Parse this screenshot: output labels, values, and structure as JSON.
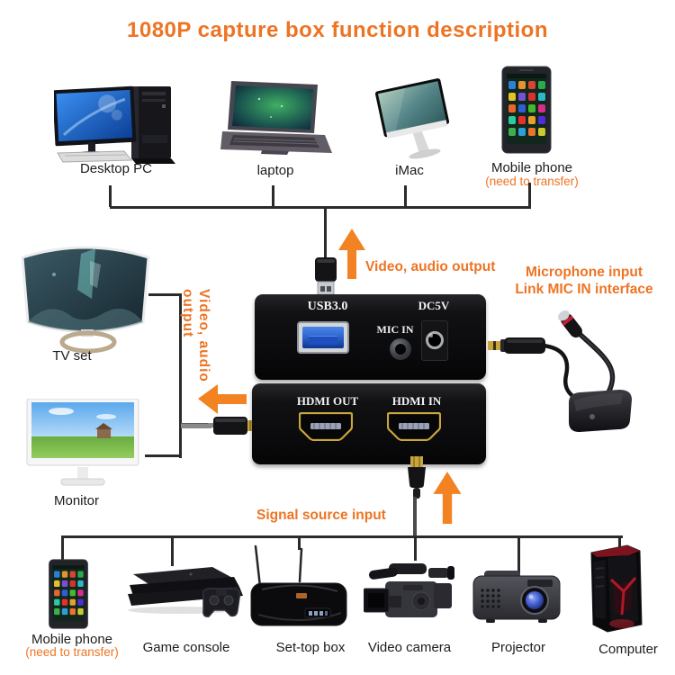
{
  "title": "1080P capture box function description",
  "colors": {
    "accent_orange": "#ED7424",
    "arrow_orange": "#F28222",
    "connector_line": "#2B2B2B"
  },
  "devices_top": [
    {
      "label": "Desktop PC"
    },
    {
      "label": "laptop"
    },
    {
      "label": "iMac"
    },
    {
      "label": "Mobile phone",
      "sublabel": "(need to transfer)"
    }
  ],
  "devices_left": [
    {
      "label": "TV set"
    },
    {
      "label": "Monitor"
    }
  ],
  "devices_bottom": [
    {
      "label": "Mobile phone",
      "sublabel": "(need to transfer)"
    },
    {
      "label": "Game console"
    },
    {
      "label": "Set-top box"
    },
    {
      "label": "Video camera"
    },
    {
      "label": "Projector"
    },
    {
      "label": "Computer"
    }
  ],
  "capture_box": {
    "usb_port_label": "USB3.0",
    "dc_port_label": "DC5V",
    "mic_port_label": "MIC IN",
    "hdmi_out_label": "HDMI OUT",
    "hdmi_in_label": "HDMI IN"
  },
  "annotations": {
    "video_audio_output_top": "Video, audio output",
    "video_audio_output_left": "Video, audio output",
    "microphone_input_line1": "Microphone input",
    "microphone_input_line2": "Link MIC IN interface",
    "signal_source_input": "Signal source input"
  }
}
